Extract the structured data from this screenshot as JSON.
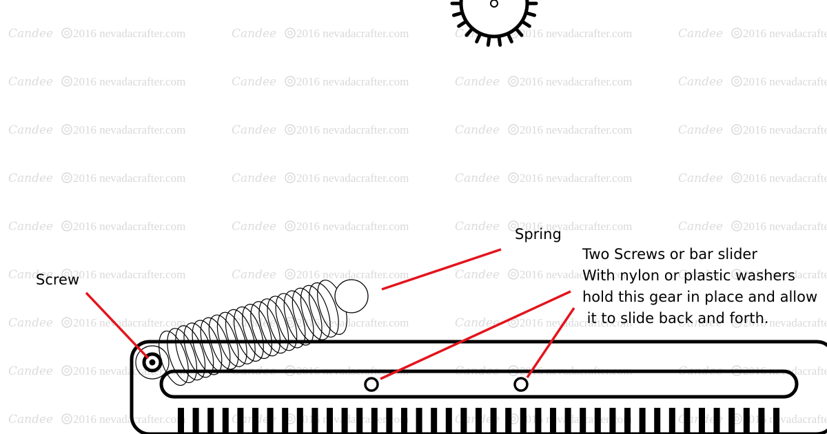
{
  "watermark": {
    "signature": "Candee",
    "copyright_symbol": "©",
    "year": "2016",
    "site": "nevadacrafter.com"
  },
  "labels": {
    "screw": "Screw",
    "spring": "Spring",
    "slider_note": [
      "Two Screws or bar slider",
      "With nylon or plastic washers",
      "hold this gear in place and allow",
      " it to slide back and forth."
    ]
  },
  "colors": {
    "callout": "#e3141c",
    "outline": "#000000",
    "watermark": "#d9d9d9"
  }
}
